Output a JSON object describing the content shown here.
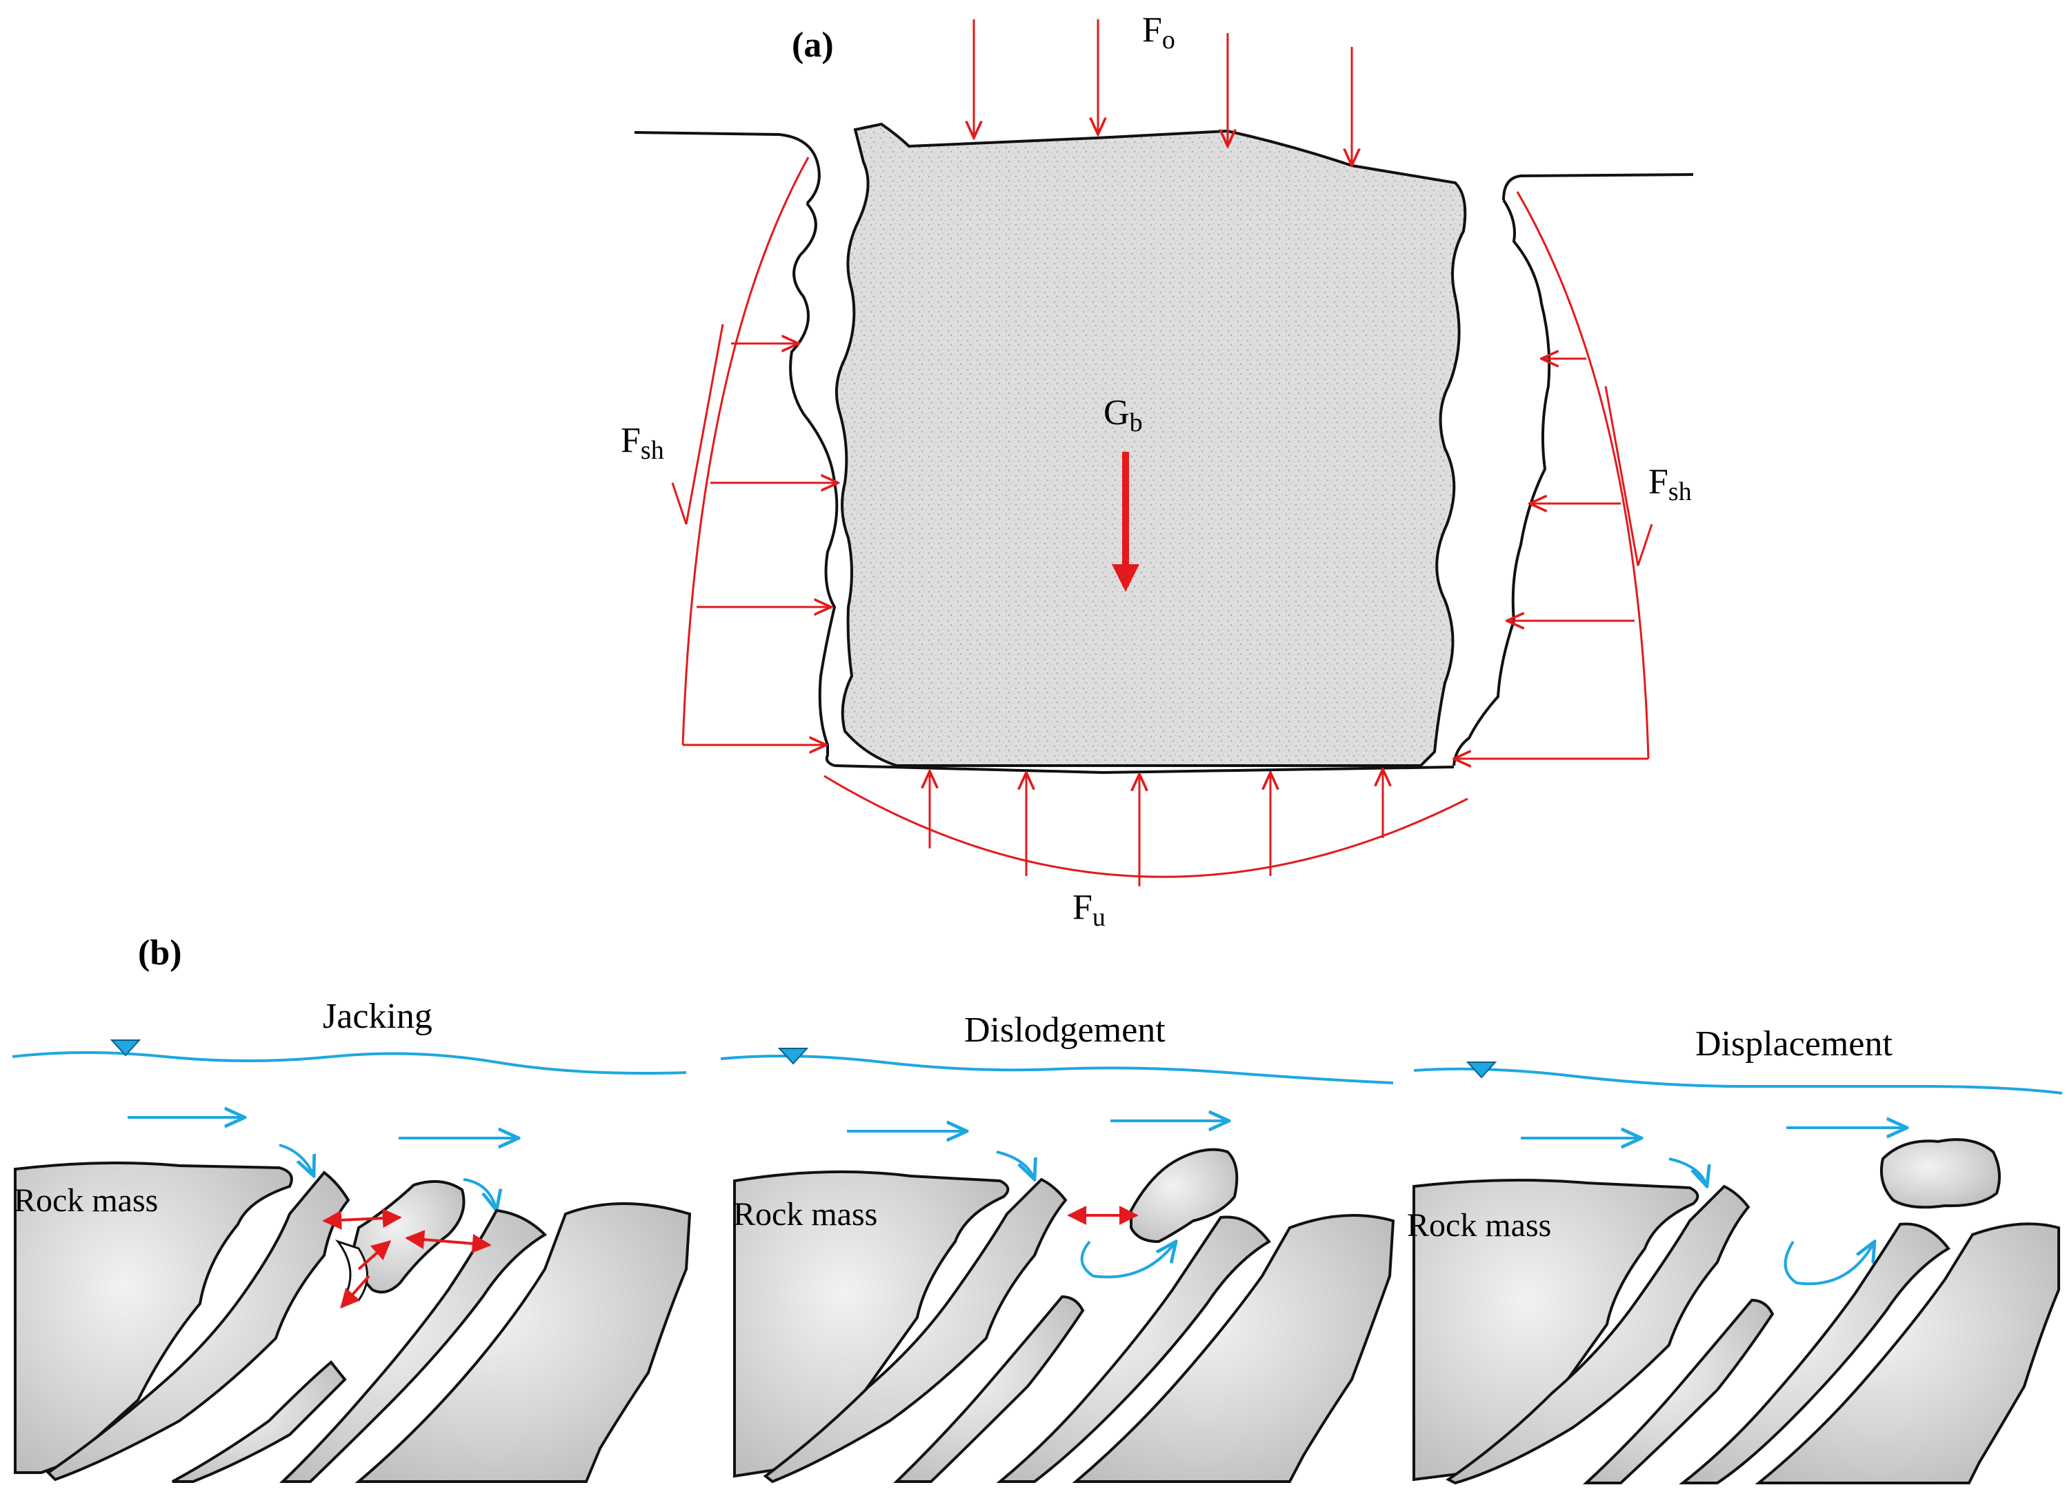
{
  "panel_a": {
    "label": "(a)",
    "force_top": {
      "main": "F",
      "sub": "o"
    },
    "force_gravity": {
      "main": "G",
      "sub": "b"
    },
    "force_shear_left": {
      "main": "F",
      "sub": "sh"
    },
    "force_shear_right": {
      "main": "F",
      "sub": "sh"
    },
    "force_uplift": {
      "main": "F",
      "sub": "u"
    }
  },
  "panel_b": {
    "label": "(b)",
    "subpanels": [
      {
        "title": "Jacking",
        "rock_label": "Rock mass"
      },
      {
        "title": "Dislodgement",
        "rock_label": "Rock mass"
      },
      {
        "title": "Displacement",
        "rock_label": "Rock mass"
      }
    ]
  },
  "colors": {
    "force_arrow": "#e31a1c",
    "water": "#1ea7e1",
    "outline": "#111111",
    "rock_fill": "#dcdcdc"
  }
}
